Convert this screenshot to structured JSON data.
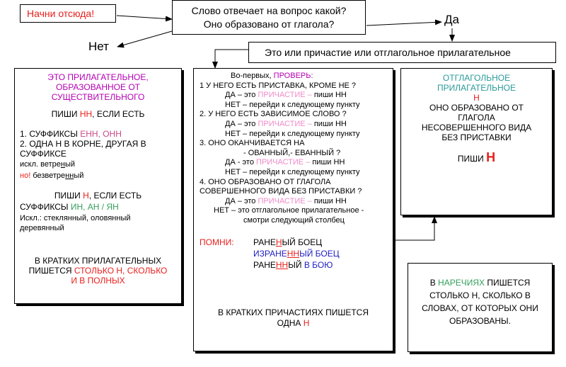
{
  "start": {
    "label": "Начни отсюда!"
  },
  "question": {
    "line1": "Слово отвечает на вопрос какой?",
    "line2": "Оно образовано от глагола?"
  },
  "yes_label": "Да",
  "no_label": "Нет",
  "participle_question": "Это или причастие или отглагольное прилагательное",
  "left": {
    "title1": "ЭТО ПРИЛАГАТЕЛЬНОЕ,",
    "title2": "ОБРАЗОВАННОЕ ОТ",
    "title3": "СУЩЕСТВИТЕЛЬНОГО",
    "nn_pre": "ПИШИ ",
    "nn_mark": "НН",
    "nn_post": ", ЕСЛИ ЕСТЬ",
    "item1_pre": "1. СУФФИКСЫ ",
    "item1_suf": "ЕНН, ОНН",
    "item2_line1": "2. ОДНА Н В КОРНЕ, ДРУГАЯ В",
    "item2_line2": "СУФФИКСЕ",
    "exc1_pre": "искл. ветре",
    "exc1_mark": "н",
    "exc1_post": "ый",
    "exc2_pre": "но! ",
    "exc2_word_pre": "безветре",
    "exc2_mark": "нн",
    "exc2_post": "ый",
    "n_pre": "ПИШИ ",
    "n_mark": "Н",
    "n_post": ", ЕСЛИ ЕСТЬ",
    "suf_pre": "СУФФИКСЫ ",
    "suf_in": "ИН, АН / ЯН",
    "exc3_line1": "Искл.: стеклянный, оловянный",
    "exc3_line2": "деревянный",
    "short_line1": "В КРАТКИХ ПРИЛАГАТЕЛЬНЫХ",
    "short_pre": "ПИШЕТСЯ ",
    "short_mark": "СТОЛЬКО Н, СКОЛЬКО",
    "short_line3": "И В ПОЛНЫХ"
  },
  "middle": {
    "head_pre": "Во-первых, ",
    "head_mark": "ПРОВЕРЬ:",
    "q1": "1 У НЕГО ЕСТЬ ПРИСТАВКА, КРОМЕ НЕ ?",
    "yes_pre": "ДА – это ",
    "yes_mark": "ПРИЧАСТИЕ –",
    "yes_post": " пиши НН",
    "yes_pre_alt": "ДА - это ",
    "no_next": "НЕТ – перейди к следующему пункту",
    "q2": "2. У НЕГО ЕСТЬ ЗАВИСИМОЕ СЛОВО ?",
    "q3_line1": "3. ОНО ОКАНЧИВАЕТСЯ НА",
    "q3_line2": "- ОВАННЫЙ,- ЕВАННЫЙ ?",
    "q4_line1": "4. ОНО ОБРАЗОВАНО ОТ ГЛАГОЛА",
    "q4_line2": "СОВЕРШЕННОГО ВИДА БЕЗ ПРИСТАВКИ ?",
    "no4_line1": "НЕТ –  это отглагольное прилагательное -",
    "no4_line2": "смотри следующий столбец",
    "remember": "ПОМНИ:",
    "ex1_pre": "РАНЕ",
    "ex1_mark": "Н",
    "ex1_post": "ЫЙ БОЕЦ",
    "ex2_pre": "ИЗРАНЕ",
    "ex2_mark": "НН",
    "ex2_post": "ЫЙ БОЕЦ",
    "ex3_pre": "РАНЕ",
    "ex3_mark": "НН",
    "ex3_post": "ЫЙ ",
    "ex3_tail": "В БОЮ",
    "short_line1": "В КРАТКИХ ПРИЧАСТИЯХ ПИШЕТСЯ",
    "short_pre": "ОДНА ",
    "short_mark": "Н"
  },
  "right": {
    "title1": "ОТГЛАГОЛЬНОЕ",
    "title2": "ПРИЛАГАТЕЛЬНОЕ",
    "mark": "Н",
    "line1": "ОНО ОБРАЗОВАНО ОТ",
    "line2": "ГЛАГОЛА",
    "line3": "НЕСОВЕРШЕННОГО ВИДА",
    "line4": "БЕЗ ПРИСТАВКИ",
    "write_pre": "ПИШИ ",
    "write_mark": "Н"
  },
  "adverb": {
    "pre": "В ",
    "mark": "НАРЕЧИЯХ",
    "post": " ПИШЕТСЯ",
    "line2": "СТОЛЬКО Н, СКОЛЬКО В",
    "line3": "СЛОВАХ, ОТ КОТОРЫХ ОНИ",
    "line4": "ОБРАЗОВАНЫ."
  }
}
